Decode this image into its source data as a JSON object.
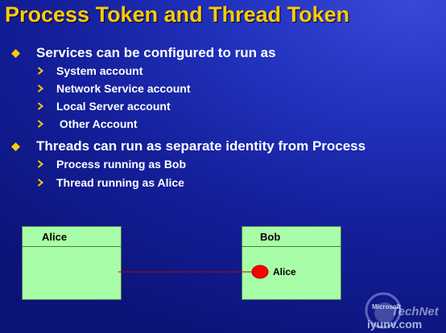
{
  "slide": {
    "title": "Process Token and Thread Token",
    "bullets": [
      {
        "text": "Services can be configured to run as",
        "subitems": [
          "System account",
          "Network Service account",
          "Local Server account",
          " Other Account"
        ]
      },
      {
        "text": "Threads can run as separate identity from Process",
        "subitems": [
          "Process running as Bob",
          "Thread running as Alice"
        ]
      }
    ]
  },
  "diagram": {
    "left_box_label": "Alice",
    "right_box_label": "Bob",
    "thread_label": "Alice",
    "box_color": "#a8fea8",
    "thread_color": "#ff0000"
  },
  "colors": {
    "title": "#ffcc00",
    "bullet_marker": "#ffcc00",
    "text": "#ffffff",
    "background": "#1a2aa8"
  },
  "watermark": {
    "line1": "Microsoft",
    "line2": "TechNet",
    "site": "iyunv.com"
  }
}
